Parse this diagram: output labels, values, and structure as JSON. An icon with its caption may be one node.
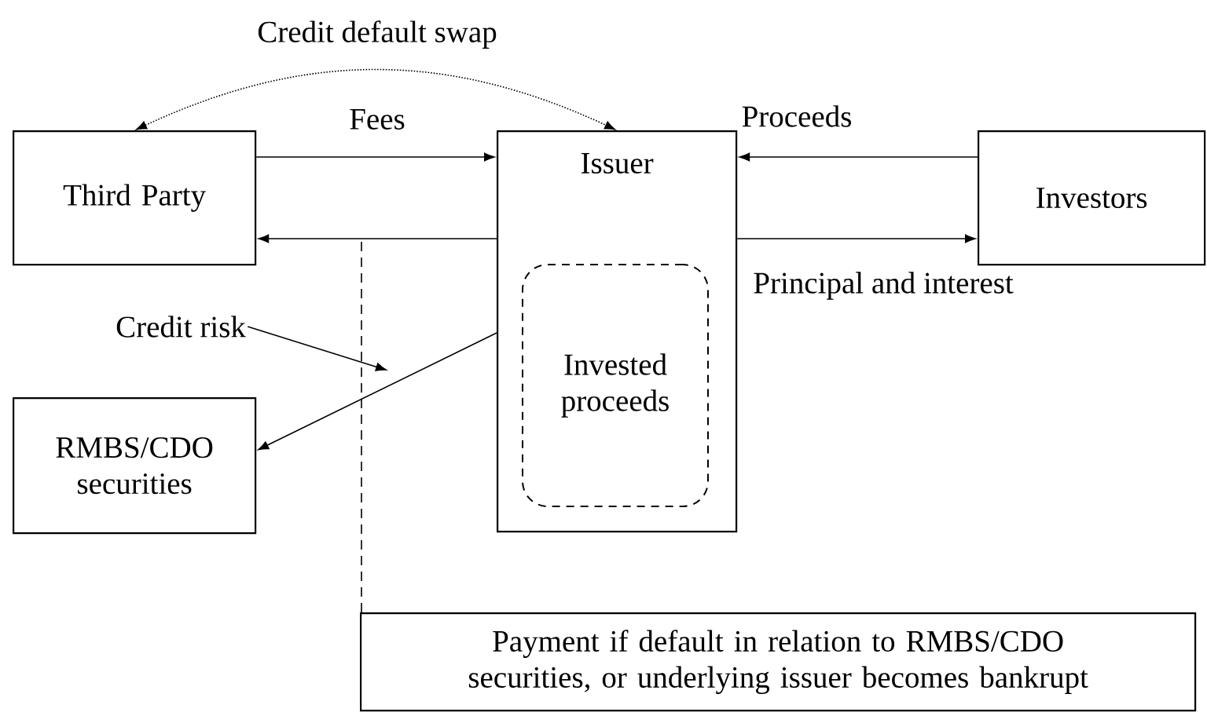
{
  "diagram": {
    "nodes": [
      {
        "text": [
          "Third Party"
        ]
      },
      {
        "text": [
          "Issuer"
        ]
      },
      {
        "text": [
          "Invested proceeds"
        ],
        "in": 1
      },
      {
        "text": [
          "Investors"
        ]
      },
      {
        "text": [
          "RMBS/CDO securities"
        ]
      },
      {
        "text": [
          "Payment if default in relation to RMBS/CDO securities, or underlying issuer becomes bankrupt"
        ]
      },
      {
        "text": [
          "Credit risk"
        ]
      }
    ],
    "edges": [
      {
        "from": 0,
        "to": 1,
        "arrow": "both",
        "label": "Credit default swap",
        "style": "dashed"
      },
      {
        "from": 0,
        "to": 1,
        "arrow": "to",
        "label": "Fees"
      },
      {
        "from": 1,
        "to": 0,
        "arrow": "to"
      },
      {
        "from": 3,
        "to": 1,
        "arrow": "to",
        "label": "Proceeds"
      },
      {
        "from": 1,
        "to": 3,
        "arrow": "to",
        "label": "Principal and interest"
      },
      {
        "from": 1,
        "to": 4,
        "arrow": "to"
      },
      {
        "from": 6,
        "to": null,
        "arrow": "to"
      },
      {
        "from": 5,
        "to": null,
        "arrow": "none",
        "style": "dashed"
      }
    ]
  }
}
